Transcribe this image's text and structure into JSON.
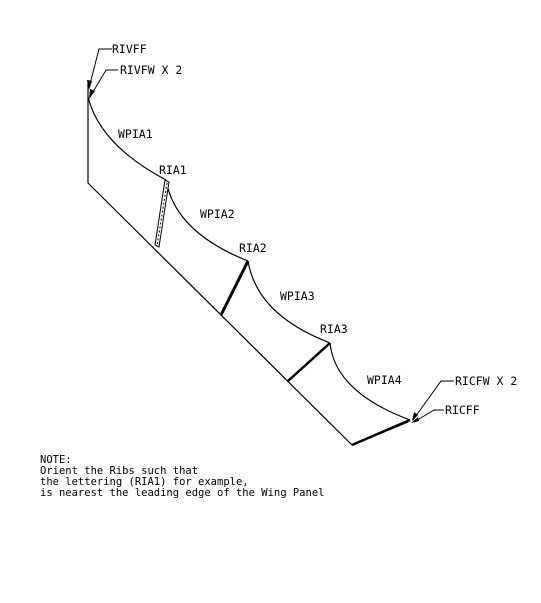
{
  "labels": {
    "rivff": "RIVFF",
    "rivfw": "RIVFW X 2",
    "wpia1": "WPIA1",
    "ria1": "RIA1",
    "wpia2": "WPIA2",
    "ria2": "RIA2",
    "wpia3": "WPIA3",
    "ria3": "RIA3",
    "wpia4": "WPIA4",
    "ricfw": "RICFW X 2",
    "ricff": "RICFF"
  },
  "note": {
    "heading": "NOTE:",
    "lines": [
      "Orient the Ribs such that",
      "the lettering (RIA1) for example,",
      "is nearest the leading edge of the Wing Panel"
    ]
  }
}
